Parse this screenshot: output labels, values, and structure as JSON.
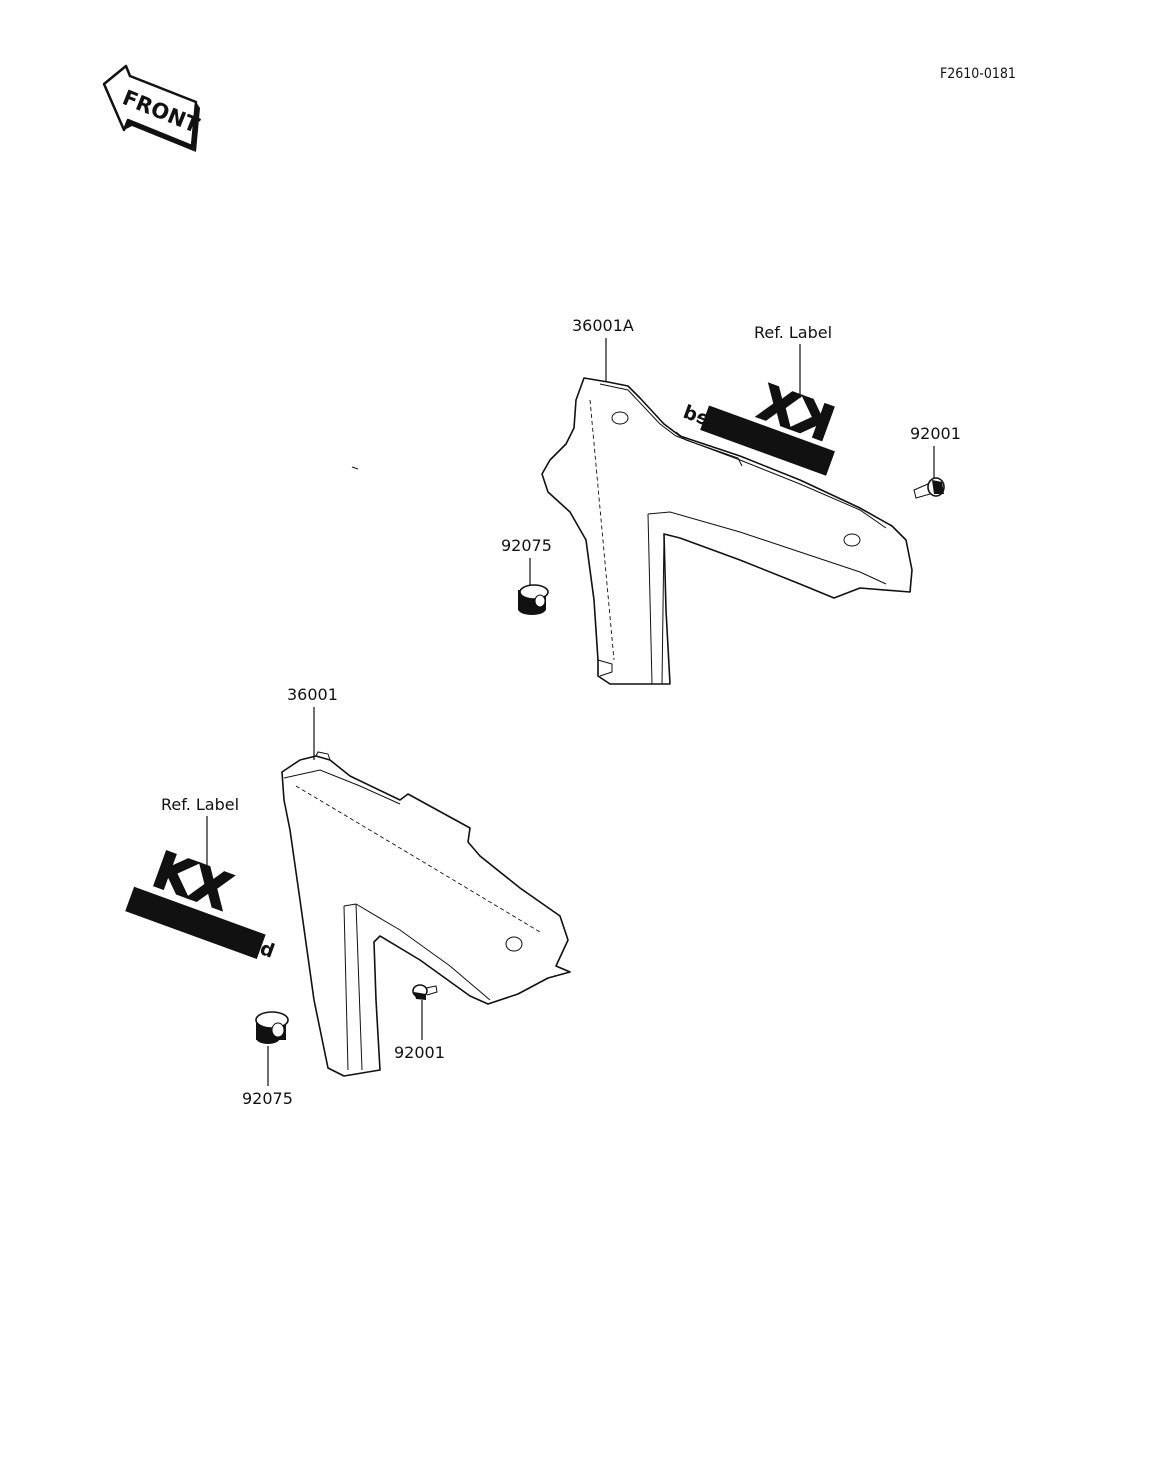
{
  "drawing_code": "F2610-0181",
  "front_indicator": "FRONT",
  "callouts": {
    "side_cover_right": "36001A",
    "side_cover_left": "36001",
    "ref_label_right": "Ref.  Label",
    "ref_label_left": "Ref.  Label",
    "bolt_right": "92001",
    "bolt_left": "92001",
    "damper_right": "92075",
    "damper_left": "92075"
  },
  "decal": {
    "logo": "KX",
    "tagline": "Liquid Cooled"
  }
}
